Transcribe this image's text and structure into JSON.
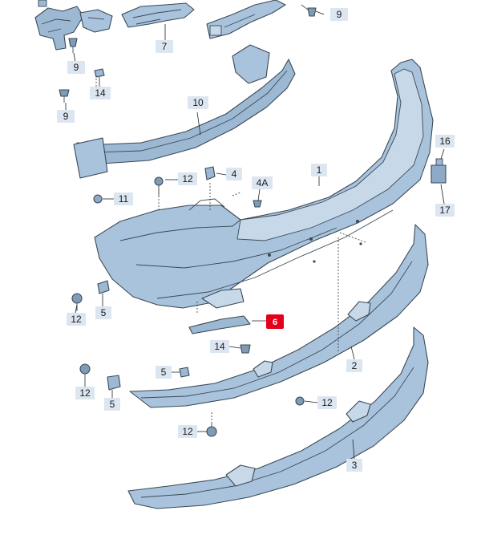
{
  "diagram": {
    "colors": {
      "part_fill": "#a9c3dc",
      "part_fill_light": "#c7d8e9",
      "part_fill_dark": "#8eaac6",
      "part_stroke": "#3a4a56",
      "callout_fill": "#dbe6f1",
      "highlight_fill": "#e3001b"
    },
    "callouts": [
      {
        "id": "c9a",
        "label": "9"
      },
      {
        "id": "c7",
        "label": "7"
      },
      {
        "id": "c9b",
        "label": "9"
      },
      {
        "id": "c14a",
        "label": "14"
      },
      {
        "id": "c9c",
        "label": "9"
      },
      {
        "id": "c10",
        "label": "10"
      },
      {
        "id": "c12a",
        "label": "12"
      },
      {
        "id": "c4",
        "label": "4"
      },
      {
        "id": "c11",
        "label": "11"
      },
      {
        "id": "c4A",
        "label": "4A"
      },
      {
        "id": "c1",
        "label": "1"
      },
      {
        "id": "c16",
        "label": "16"
      },
      {
        "id": "c17",
        "label": "17"
      },
      {
        "id": "c5a",
        "label": "5"
      },
      {
        "id": "c12b",
        "label": "12"
      },
      {
        "id": "c6",
        "label": "6",
        "highlighted": true
      },
      {
        "id": "c14b",
        "label": "14"
      },
      {
        "id": "c5b",
        "label": "5"
      },
      {
        "id": "c2",
        "label": "2"
      },
      {
        "id": "c12c",
        "label": "12"
      },
      {
        "id": "c5c",
        "label": "5"
      },
      {
        "id": "c12d",
        "label": "12"
      },
      {
        "id": "c12e",
        "label": "12"
      },
      {
        "id": "c3",
        "label": "3"
      }
    ]
  }
}
